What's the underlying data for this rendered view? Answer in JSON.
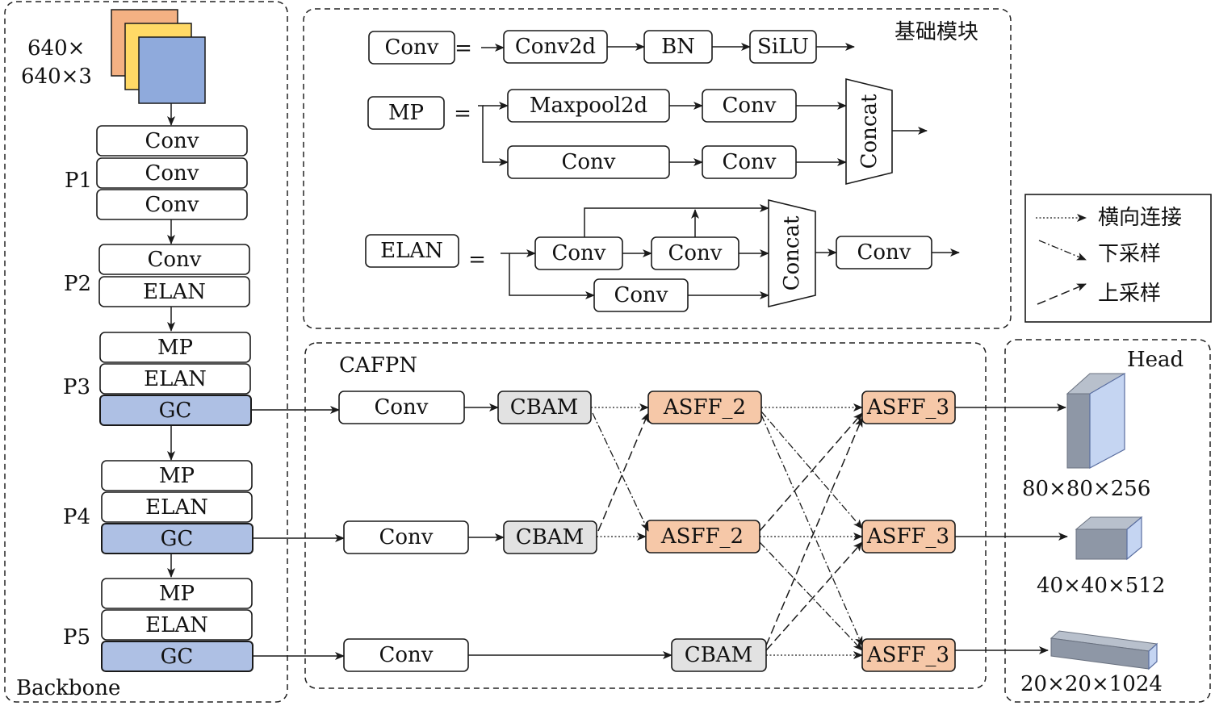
{
  "input": {
    "dims_line1": "640×",
    "dims_line2": "640×3"
  },
  "backbone": {
    "title": "Backbone",
    "stages": [
      {
        "label": "",
        "blocks": [
          "Conv"
        ]
      },
      {
        "label": "P1",
        "blocks": [
          "Conv",
          "Conv"
        ]
      },
      {
        "label": "P2",
        "blocks": [
          "Conv",
          "ELAN"
        ]
      },
      {
        "label": "P3",
        "blocks": [
          "MP",
          "ELAN",
          "GC"
        ]
      },
      {
        "label": "P4",
        "blocks": [
          "MP",
          "ELAN",
          "GC"
        ]
      },
      {
        "label": "P5",
        "blocks": [
          "MP",
          "ELAN",
          "GC"
        ]
      }
    ]
  },
  "basic_modules": {
    "title": "基础模块",
    "equals": "=",
    "conv_def": {
      "name": "Conv",
      "parts": [
        "Conv2d",
        "BN",
        "SiLU"
      ]
    },
    "mp_def": {
      "name": "MP",
      "branch1": [
        "Maxpool2d",
        "Conv"
      ],
      "branch2": [
        "Conv",
        "Conv"
      ],
      "merge": "Concat"
    },
    "elan_def": {
      "name": "ELAN",
      "top": [
        "Conv",
        "Conv"
      ],
      "bottom": "Conv",
      "merge": "Concat",
      "out": "Conv"
    }
  },
  "legend": {
    "items": [
      {
        "style": "dotted",
        "label": "横向连接"
      },
      {
        "style": "dash-dot",
        "label": "下采样"
      },
      {
        "style": "dashed",
        "label": "上采样"
      }
    ]
  },
  "cafpn": {
    "title": "CAFPN",
    "rows": [
      {
        "conv": "Conv",
        "cbam": "CBAM",
        "asff2": "ASFF_2",
        "asff3": "ASFF_3"
      },
      {
        "conv": "Conv",
        "cbam": "CBAM",
        "asff2": "ASFF_2",
        "asff3": "ASFF_3"
      },
      {
        "conv": "Conv",
        "cbam": "CBAM",
        "asff2": "",
        "asff3": "ASFF_3"
      }
    ]
  },
  "head": {
    "title": "Head",
    "outputs": [
      {
        "dims": "80×80×256"
      },
      {
        "dims": "40×40×512"
      },
      {
        "dims": "20×20×1024"
      }
    ]
  },
  "colors": {
    "gc": "#aec0e4",
    "cbam": "#e2e2e2",
    "asff": "#f6c8a8",
    "input_orange": "#f4b183",
    "input_yellow": "#ffd966",
    "input_blue": "#8faadc",
    "feature_face": "#c5d5f2",
    "feature_side": "#8e97a6"
  }
}
